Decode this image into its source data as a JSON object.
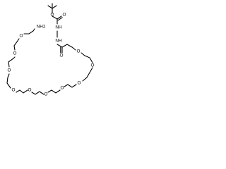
{
  "molecule": {
    "atoms": [
      {
        "id": "nh2",
        "label": "NH2"
      },
      {
        "id": "o1",
        "label": "O"
      },
      {
        "id": "o2",
        "label": "O"
      },
      {
        "id": "o3",
        "label": "O"
      },
      {
        "id": "o4",
        "label": "O"
      },
      {
        "id": "o5",
        "label": "O"
      },
      {
        "id": "o6",
        "label": "O"
      },
      {
        "id": "o7",
        "label": "O"
      },
      {
        "id": "o8",
        "label": "O"
      },
      {
        "id": "o9",
        "label": "O"
      },
      {
        "id": "nh-a",
        "label": "NH"
      },
      {
        "id": "nh-b",
        "label": "NH"
      },
      {
        "id": "o-carbamate",
        "label": "O"
      },
      {
        "id": "o-carbamate-ester",
        "label": "O"
      },
      {
        "id": "o-amide",
        "label": "O"
      }
    ]
  }
}
